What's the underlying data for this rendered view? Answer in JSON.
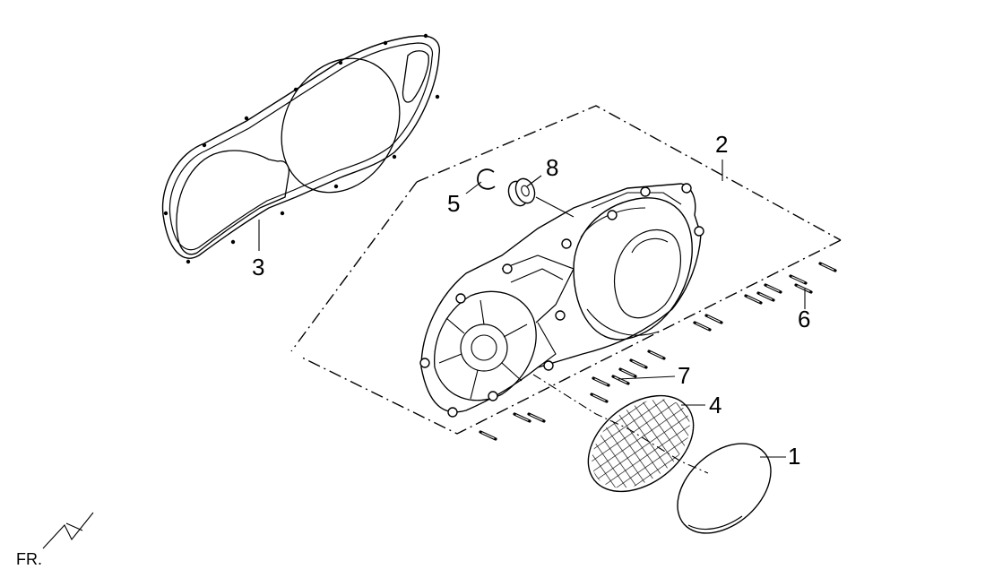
{
  "diagram": {
    "callouts": [
      {
        "id": "1",
        "label": "1"
      },
      {
        "id": "2",
        "label": "2"
      },
      {
        "id": "3",
        "label": "3"
      },
      {
        "id": "4",
        "label": "4"
      },
      {
        "id": "5",
        "label": "5"
      },
      {
        "id": "6",
        "label": "6"
      },
      {
        "id": "7",
        "label": "7"
      },
      {
        "id": "8",
        "label": "8"
      }
    ],
    "orientation_marker": "FR."
  }
}
